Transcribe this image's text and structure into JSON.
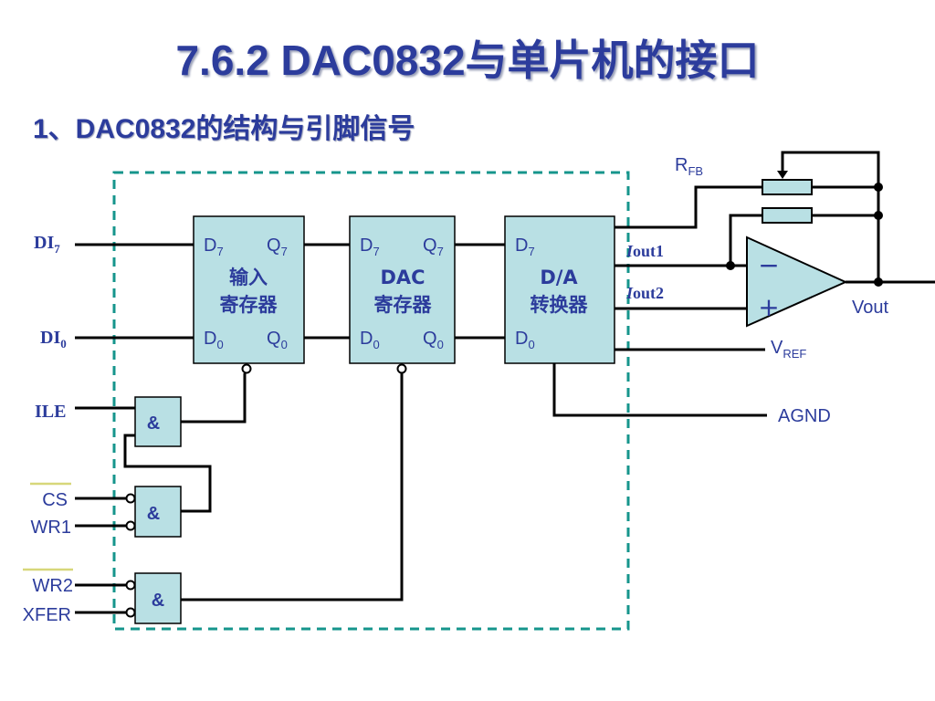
{
  "title": "7.6.2 DAC0832与单片机的接口",
  "subtitle": "1、DAC0832的结构与引脚信号",
  "colors": {
    "title": "#2c3c9c",
    "block_fill": "#b9e0e4",
    "dashed_border": "#16958c",
    "wire": "#000000"
  },
  "inputs": {
    "di7": {
      "main": "DI",
      "sub": "7"
    },
    "di0": {
      "main": "DI",
      "sub": "0"
    },
    "ile": "ILE",
    "cs": "CS",
    "wr1": "WR1",
    "wr2": "WR2",
    "xfer": "XFER"
  },
  "blocks": {
    "input_register": {
      "name_line1": "输入",
      "name_line2": "寄存器",
      "d_top": {
        "main": "D",
        "sub": "7"
      },
      "q_top": {
        "main": "Q",
        "sub": "7"
      },
      "d_bottom": {
        "main": "D",
        "sub": "0"
      },
      "q_bottom": {
        "main": "Q",
        "sub": "0"
      }
    },
    "dac_register": {
      "name_line1": "DAC",
      "name_line2": "寄存器",
      "d_top": {
        "main": "D",
        "sub": "7"
      },
      "q_top": {
        "main": "Q",
        "sub": "7"
      },
      "d_bottom": {
        "main": "D",
        "sub": "0"
      },
      "q_bottom": {
        "main": "Q",
        "sub": "0"
      }
    },
    "da_converter": {
      "name_line1": "D/A",
      "name_line2": "转换器",
      "d_top": {
        "main": "D",
        "sub": "7"
      },
      "d_bottom": {
        "main": "D",
        "sub": "0"
      }
    }
  },
  "gates": {
    "gate1": "&",
    "gate2": "&",
    "gate3": "&"
  },
  "outputs": {
    "iout1": {
      "italic": "I",
      "rest": "out1"
    },
    "iout2": {
      "italic": "I",
      "rest": "out2"
    },
    "rfb": {
      "main": "R",
      "sub": "FB"
    },
    "vref": {
      "main": "V",
      "sub": "REF"
    },
    "agnd": "AGND",
    "vout": "Vout"
  },
  "opamp": {
    "minus": "−",
    "plus": "+"
  }
}
